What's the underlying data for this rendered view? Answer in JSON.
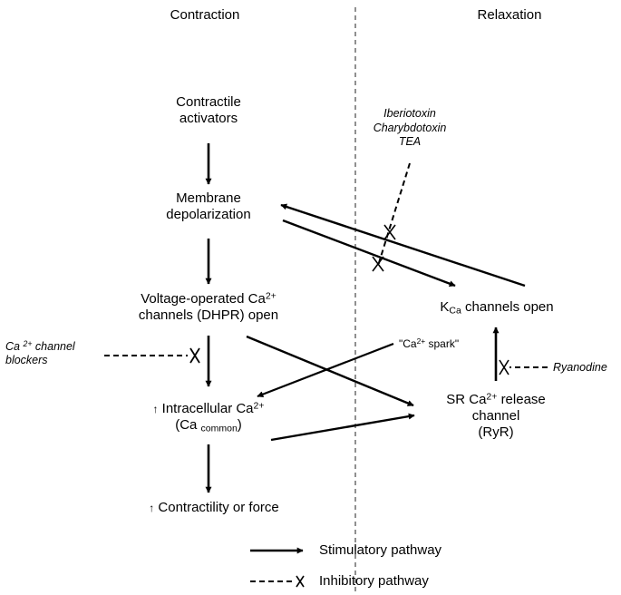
{
  "headers": {
    "contraction": "Contraction",
    "relaxation": "Relaxation"
  },
  "nodes": {
    "activators": {
      "line1": "Contractile",
      "line2": "activators"
    },
    "depolarization": {
      "line1": "Membrane",
      "line2": "depolarization"
    },
    "vocc": {
      "line1_pre": "Voltage-operated Ca",
      "line1_sup": "2+",
      "line2": "channels (DHPR) open"
    },
    "intracellular": {
      "arrow": "↑",
      "line1_pre": "Intracellular Ca",
      "line1_sup": "2+",
      "line2_pre": "(Ca ",
      "line2_sub": "common",
      "line2_post": ")"
    },
    "contractility": {
      "arrow": "↑",
      "text": "Contractility or force"
    },
    "kca": {
      "pre": "K",
      "sub": "Ca",
      "post": " channels open"
    },
    "ryr": {
      "line1_pre": "SR Ca",
      "line1_sup": "2+",
      "line1_post": " release",
      "line2": "channel",
      "line3": "(RyR)"
    }
  },
  "inhibitors": {
    "toxins": [
      "Iberiotoxin",
      "Charybdotoxin",
      "TEA"
    ],
    "ca_blockers": {
      "line1_pre": "Ca ",
      "line1_sup": "2+",
      "line1_post": " channel",
      "line2": "blockers"
    },
    "ryanodine": "Ryanodine"
  },
  "spark": {
    "pre": "\"Ca",
    "sup": "2+",
    "post": " spark\""
  },
  "legend": {
    "stimulatory": "Stimulatory pathway",
    "inhibitory": "Inhibitory pathway"
  }
}
